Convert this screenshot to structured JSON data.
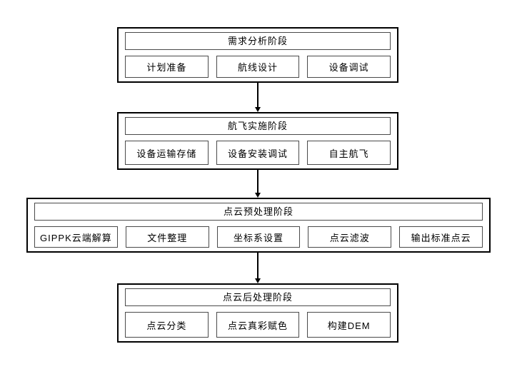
{
  "diagram": {
    "type": "flowchart",
    "colors": {
      "background": "#ffffff",
      "outer_border": "#000000",
      "inner_border": "#4a4a4a",
      "text": "#000000"
    },
    "stages": [
      {
        "title": "需求分析阶段",
        "items": [
          "计划准备",
          "航线设计",
          "设备调试"
        ]
      },
      {
        "title": "航飞实施阶段",
        "items": [
          "设备运输存储",
          "设备安装调试",
          "自主航飞"
        ]
      },
      {
        "title": "点云预处理阶段",
        "items": [
          "GIPPK云端解算",
          "文件整理",
          "坐标系设置",
          "点云滤波",
          "输出标准点云"
        ]
      },
      {
        "title": "点云后处理阶段",
        "items": [
          "点云分类",
          "点云真彩赋色",
          "构建DEM"
        ]
      }
    ]
  }
}
